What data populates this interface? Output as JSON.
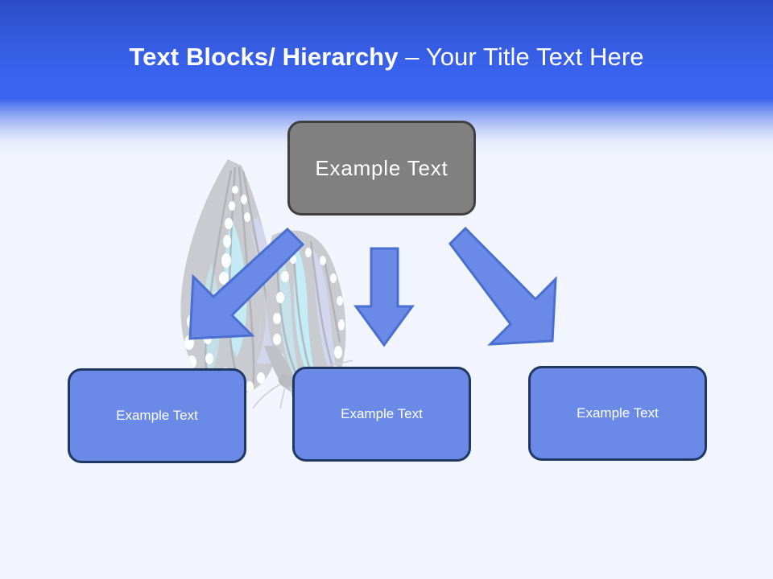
{
  "slide": {
    "background_color": "#f2f5fd",
    "banner": {
      "top_color": "#2a4cc4",
      "mid_color": "#3a63ef",
      "fade_color": "#f2f5fd"
    },
    "title": {
      "strong_part": "Text Blocks/ Hierarchy",
      "separator": " – ",
      "light_part": "Your Title Text Here",
      "color": "#ffffff"
    }
  },
  "diagram": {
    "type": "hierarchy",
    "top_node": {
      "label": "Example Text",
      "fill_color": "#808080",
      "border_color": "#404040",
      "text_color": "#ffffff"
    },
    "child_nodes": [
      {
        "label": "Example Text",
        "fill_color": "#6b8ae8",
        "border_color": "#1f3864",
        "text_color": "#ffffff"
      },
      {
        "label": "Example Text",
        "fill_color": "#6b8ae8",
        "border_color": "#1f3864",
        "text_color": "#ffffff"
      },
      {
        "label": "Example Text",
        "fill_color": "#6b8ae8",
        "border_color": "#1f3864",
        "text_color": "#ffffff"
      }
    ],
    "connectors": [
      {
        "name": "arrow-down-left",
        "direction": "down-left",
        "color": "#6b8ae8",
        "outline_color": "#4a6fd0"
      },
      {
        "name": "arrow-down",
        "direction": "down",
        "color": "#6b8ae8",
        "outline_color": "#4a6fd0"
      },
      {
        "name": "arrow-down-right",
        "direction": "down-right",
        "color": "#6b8ae8",
        "outline_color": "#4a6fd0"
      }
    ]
  },
  "decoration": {
    "butterfly": {
      "name": "butterfly-watermark",
      "wing_color": "#c0c0c4",
      "accent_cyan": "#a8e4f5",
      "accent_lavender": "#c5c8ee",
      "spot_color": "#ffffff"
    }
  }
}
